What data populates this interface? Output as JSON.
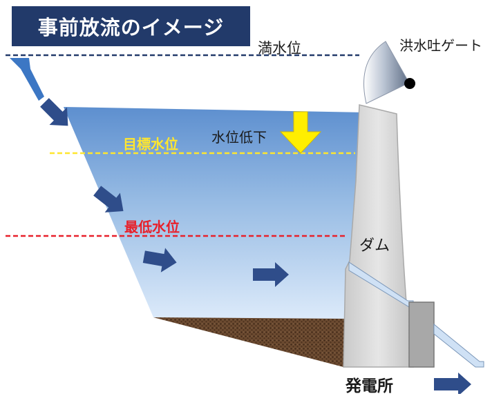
{
  "title": "事前放流のイメージ",
  "labels": {
    "full_level": "満水位",
    "spillway_gate": "洪水吐ゲート",
    "level_drop": "水位低下",
    "target_level": "目標水位",
    "min_level": "最低水位",
    "dam": "ダム",
    "power_station": "発電所"
  },
  "colors": {
    "title_bg": "#223a6a",
    "full_level_line": "#223a6a",
    "target_level_line": "#ffe62e",
    "min_level_line": "#e8202a",
    "arrow": "#2f4d8a",
    "drop_arrow": "#ffee00"
  }
}
